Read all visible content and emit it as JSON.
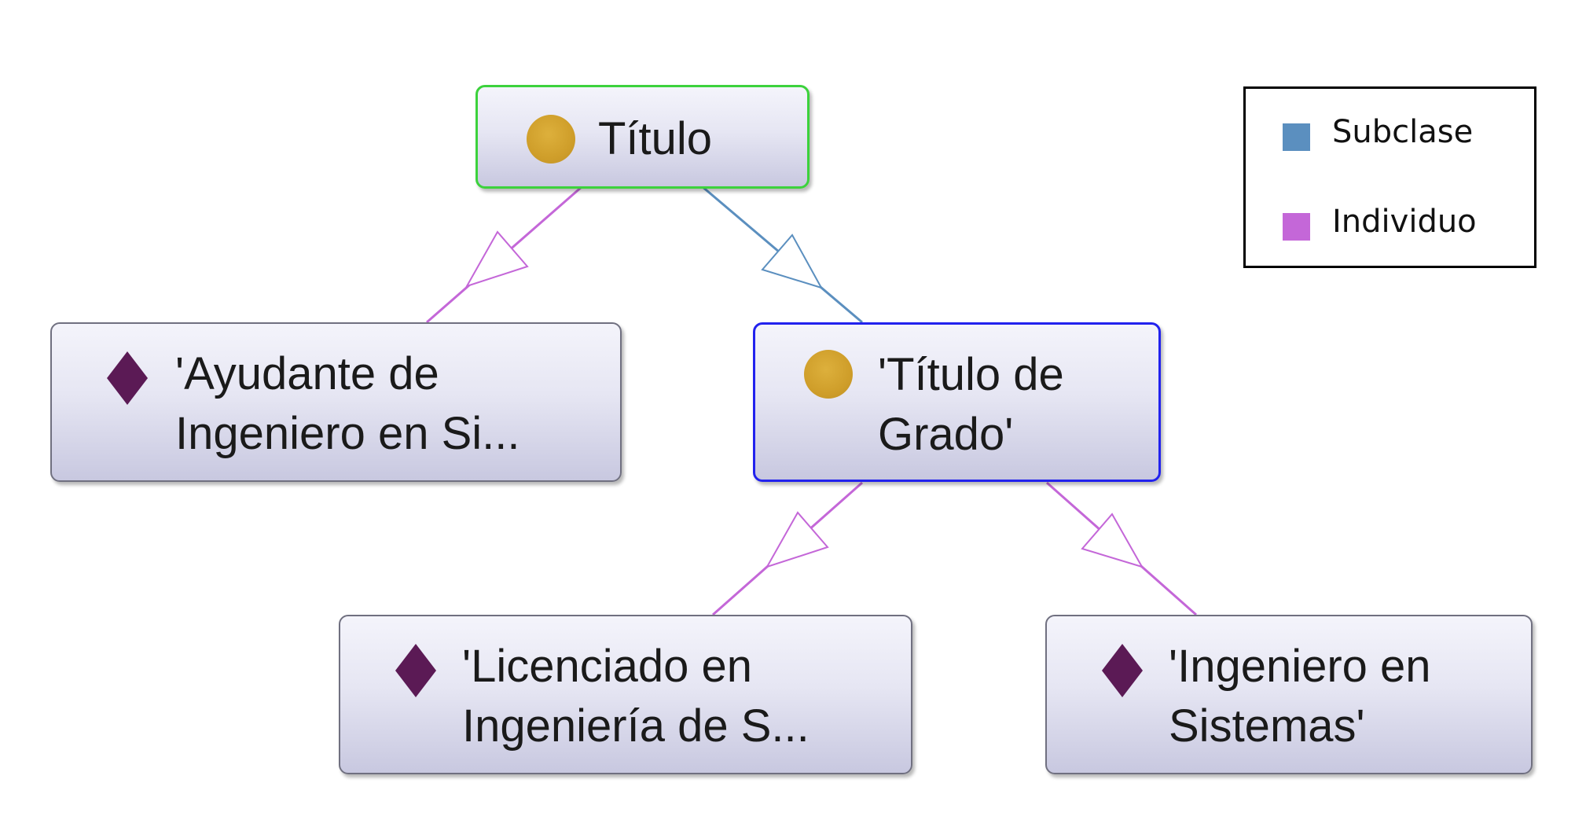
{
  "legend": {
    "items": [
      {
        "label": "Subclase",
        "color": "#5b8fbf"
      },
      {
        "label": "Individuo",
        "color": "#c467d8"
      }
    ]
  },
  "nodes": {
    "titulo": {
      "label": "Título",
      "kind": "class",
      "icon": "class-circle-icon"
    },
    "titulo_grado": {
      "label": "'Título de\nGrado'",
      "kind": "class",
      "icon": "class-circle-icon"
    },
    "ayudante": {
      "label": "'Ayudante de\nIngeniero en Si...",
      "kind": "individual",
      "icon": "individual-diamond-icon"
    },
    "licenciado": {
      "label": "'Licenciado en\nIngeniería de S...",
      "kind": "individual",
      "icon": "individual-diamond-icon"
    },
    "ingeniero": {
      "label": "'Ingeniero en\nSistemas'",
      "kind": "individual",
      "icon": "individual-diamond-icon"
    }
  },
  "edges": [
    {
      "from": "Título",
      "to": "'Ayudante de Ingeniero en Si...",
      "relation": "Individuo"
    },
    {
      "from": "Título",
      "to": "'Título de Grado'",
      "relation": "Subclase"
    },
    {
      "from": "'Título de Grado'",
      "to": "'Licenciado en Ingeniería de S...",
      "relation": "Individuo"
    },
    {
      "from": "'Título de Grado'",
      "to": "'Ingeniero en Sistemas'",
      "relation": "Individuo"
    }
  ],
  "colors": {
    "subclass_edge": "#5b8fbf",
    "individual_edge": "#c467d8",
    "class_icon": "#cf9e2a",
    "individual_icon": "#5b1a55",
    "root_border": "#3cd23c",
    "selected_border": "#2222ee"
  }
}
